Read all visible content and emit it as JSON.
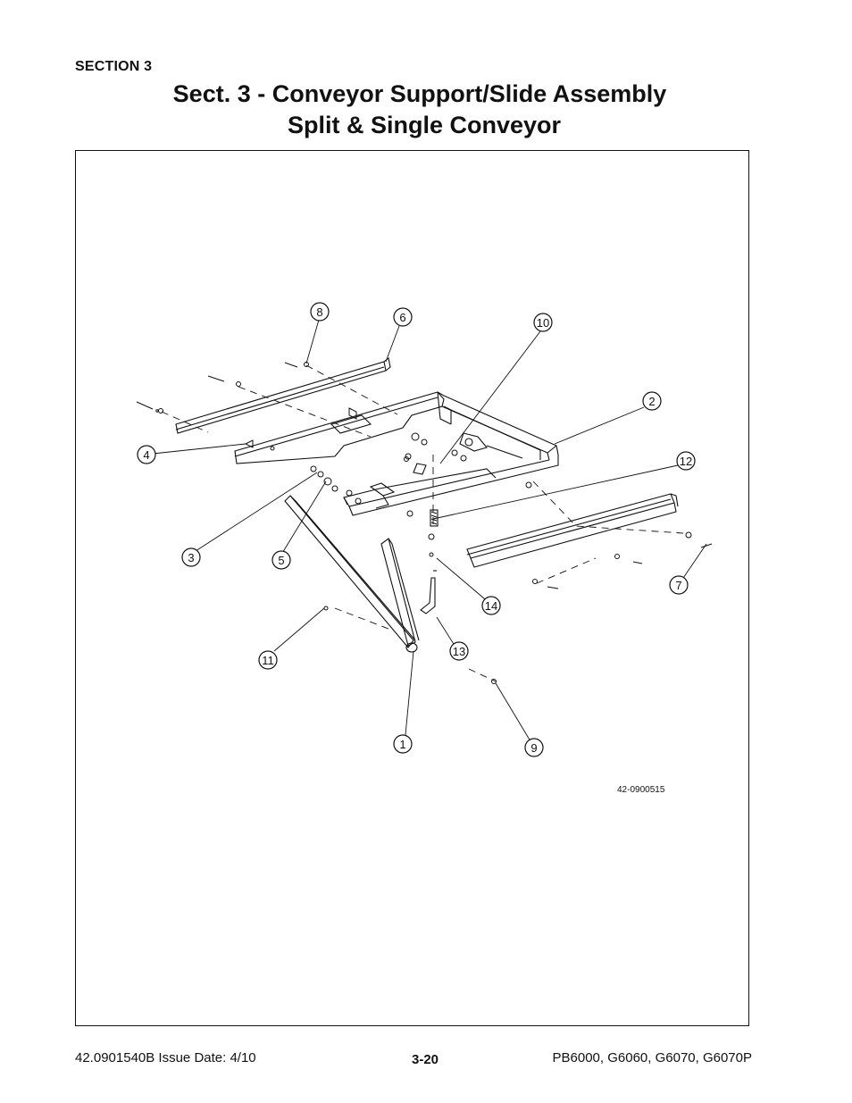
{
  "header": {
    "section_label": "SECTION 3",
    "title_line1": "Sect. 3 - Conveyor Support/Slide Assembly",
    "title_line2": "Split & Single Conveyor"
  },
  "figure": {
    "drawing_number": "42-0900515",
    "callouts": [
      "8",
      "6",
      "10",
      "2",
      "12",
      "4",
      "3",
      "5",
      "7",
      "14",
      "11",
      "13",
      "1",
      "9"
    ]
  },
  "footer": {
    "document_number": "42.0901540B  Issue Date: 4/10",
    "page_number": "3-20",
    "models": "PB6000, G6060, G6070, G6070P"
  }
}
